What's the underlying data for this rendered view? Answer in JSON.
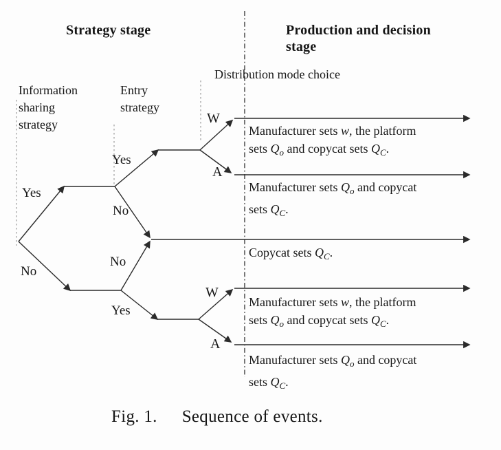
{
  "headers": {
    "strategy_stage": "Strategy  stage",
    "production_stage_line1": "Production and decision",
    "production_stage_line2": "stage"
  },
  "stage_labels": {
    "information_sharing": "Information sharing strategy",
    "entry": "Entry strategy",
    "distribution": "Distribution mode choice"
  },
  "tree": {
    "share_yes": "Yes",
    "share_no": "No",
    "entry_top_yes": "Yes",
    "entry_top_no": "No",
    "entry_bottom_no": "No",
    "entry_bottom_yes": "Yes",
    "dist_top_w": "W",
    "dist_top_a": "A",
    "dist_bottom_w": "W",
    "dist_bottom_a": "A"
  },
  "branches": [
    {
      "name": "share-yes-entry-yes-wholesale",
      "segments": [
        {
          "t": "Manufacturer sets ",
          "s": "n"
        },
        {
          "t": "w",
          "s": "i"
        },
        {
          "t": ", the platform",
          "s": "n"
        },
        {
          "t": "",
          "s": "br"
        },
        {
          "t": "sets ",
          "s": "n"
        },
        {
          "t": "Q",
          "s": "i"
        },
        {
          "t": "o",
          "s": "sub"
        },
        {
          "t": " and copycat sets ",
          "s": "n"
        },
        {
          "t": "Q",
          "s": "i"
        },
        {
          "t": "C",
          "s": "sub"
        },
        {
          "t": ".",
          "s": "n"
        }
      ]
    },
    {
      "name": "share-yes-entry-yes-agency",
      "segments": [
        {
          "t": "Manufacturer sets ",
          "s": "n"
        },
        {
          "t": "Q",
          "s": "i"
        },
        {
          "t": "o",
          "s": "sub"
        },
        {
          "t": " and copycat",
          "s": "n"
        },
        {
          "t": "",
          "s": "br"
        },
        {
          "t": "sets ",
          "s": "n"
        },
        {
          "t": "Q",
          "s": "i"
        },
        {
          "t": "C",
          "s": "sub"
        },
        {
          "t": ".",
          "s": "n"
        }
      ]
    },
    {
      "name": "no-entry",
      "segments": [
        {
          "t": "Copycat sets ",
          "s": "n"
        },
        {
          "t": "Q",
          "s": "i"
        },
        {
          "t": "C",
          "s": "sub"
        },
        {
          "t": ".",
          "s": "n"
        }
      ]
    },
    {
      "name": "share-no-entry-yes-wholesale",
      "segments": [
        {
          "t": "Manufacturer sets ",
          "s": "n"
        },
        {
          "t": "w",
          "s": "i"
        },
        {
          "t": ", the platform",
          "s": "n"
        },
        {
          "t": "",
          "s": "br"
        },
        {
          "t": "sets ",
          "s": "n"
        },
        {
          "t": "Q",
          "s": "i"
        },
        {
          "t": "o",
          "s": "sub"
        },
        {
          "t": " and copycat sets ",
          "s": "n"
        },
        {
          "t": "Q",
          "s": "i"
        },
        {
          "t": "C",
          "s": "sub"
        },
        {
          "t": ".",
          "s": "n"
        }
      ]
    },
    {
      "name": "share-no-entry-yes-agency",
      "segments": [
        {
          "t": "Manufacturer sets ",
          "s": "n"
        },
        {
          "t": "Q",
          "s": "i"
        },
        {
          "t": "o",
          "s": "sub"
        },
        {
          "t": " and copycat",
          "s": "n"
        },
        {
          "t": "",
          "s": "br"
        },
        {
          "t": "sets ",
          "s": "n"
        },
        {
          "t": "Q",
          "s": "i"
        },
        {
          "t": "C",
          "s": "sub"
        },
        {
          "t": ".",
          "s": "n"
        }
      ]
    }
  ],
  "caption": {
    "label": "Fig. 1.",
    "text": "Sequence of events."
  },
  "colors": {
    "ink": "#161616",
    "edge": "#2b2b2b",
    "guide": "#9b9b9b",
    "stage_divider": "#3c3c3c"
  }
}
